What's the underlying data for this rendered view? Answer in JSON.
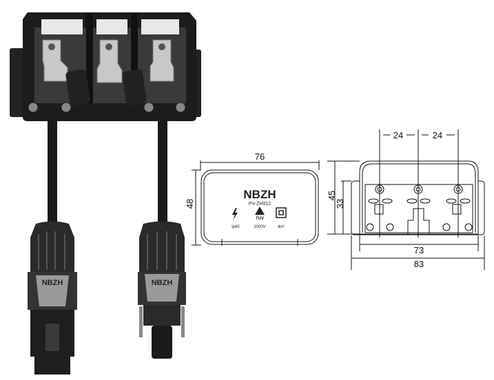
{
  "product": {
    "brand": "NBZH",
    "model": "PV-ZH012",
    "ratings": [
      {
        "icon": "lightning-icon",
        "label": "Ip65"
      },
      {
        "icon": "tuv-triangle-icon",
        "label": "1000V",
        "mark": "TÜV"
      },
      {
        "icon": "double-insulation-icon",
        "label": "4m²"
      }
    ],
    "connector_brand": "NBZH"
  },
  "top_view": {
    "width_label": "76",
    "height_label": "48"
  },
  "inside_view": {
    "pitch_labels": [
      "24",
      "24"
    ],
    "height_outer_label": "45",
    "height_inner_label": "33",
    "width_inner_label": "73",
    "width_outer_label": "83"
  },
  "colors": {
    "body": "#1c1c1c",
    "metal": "#b8b8b8",
    "line": "#111111"
  }
}
